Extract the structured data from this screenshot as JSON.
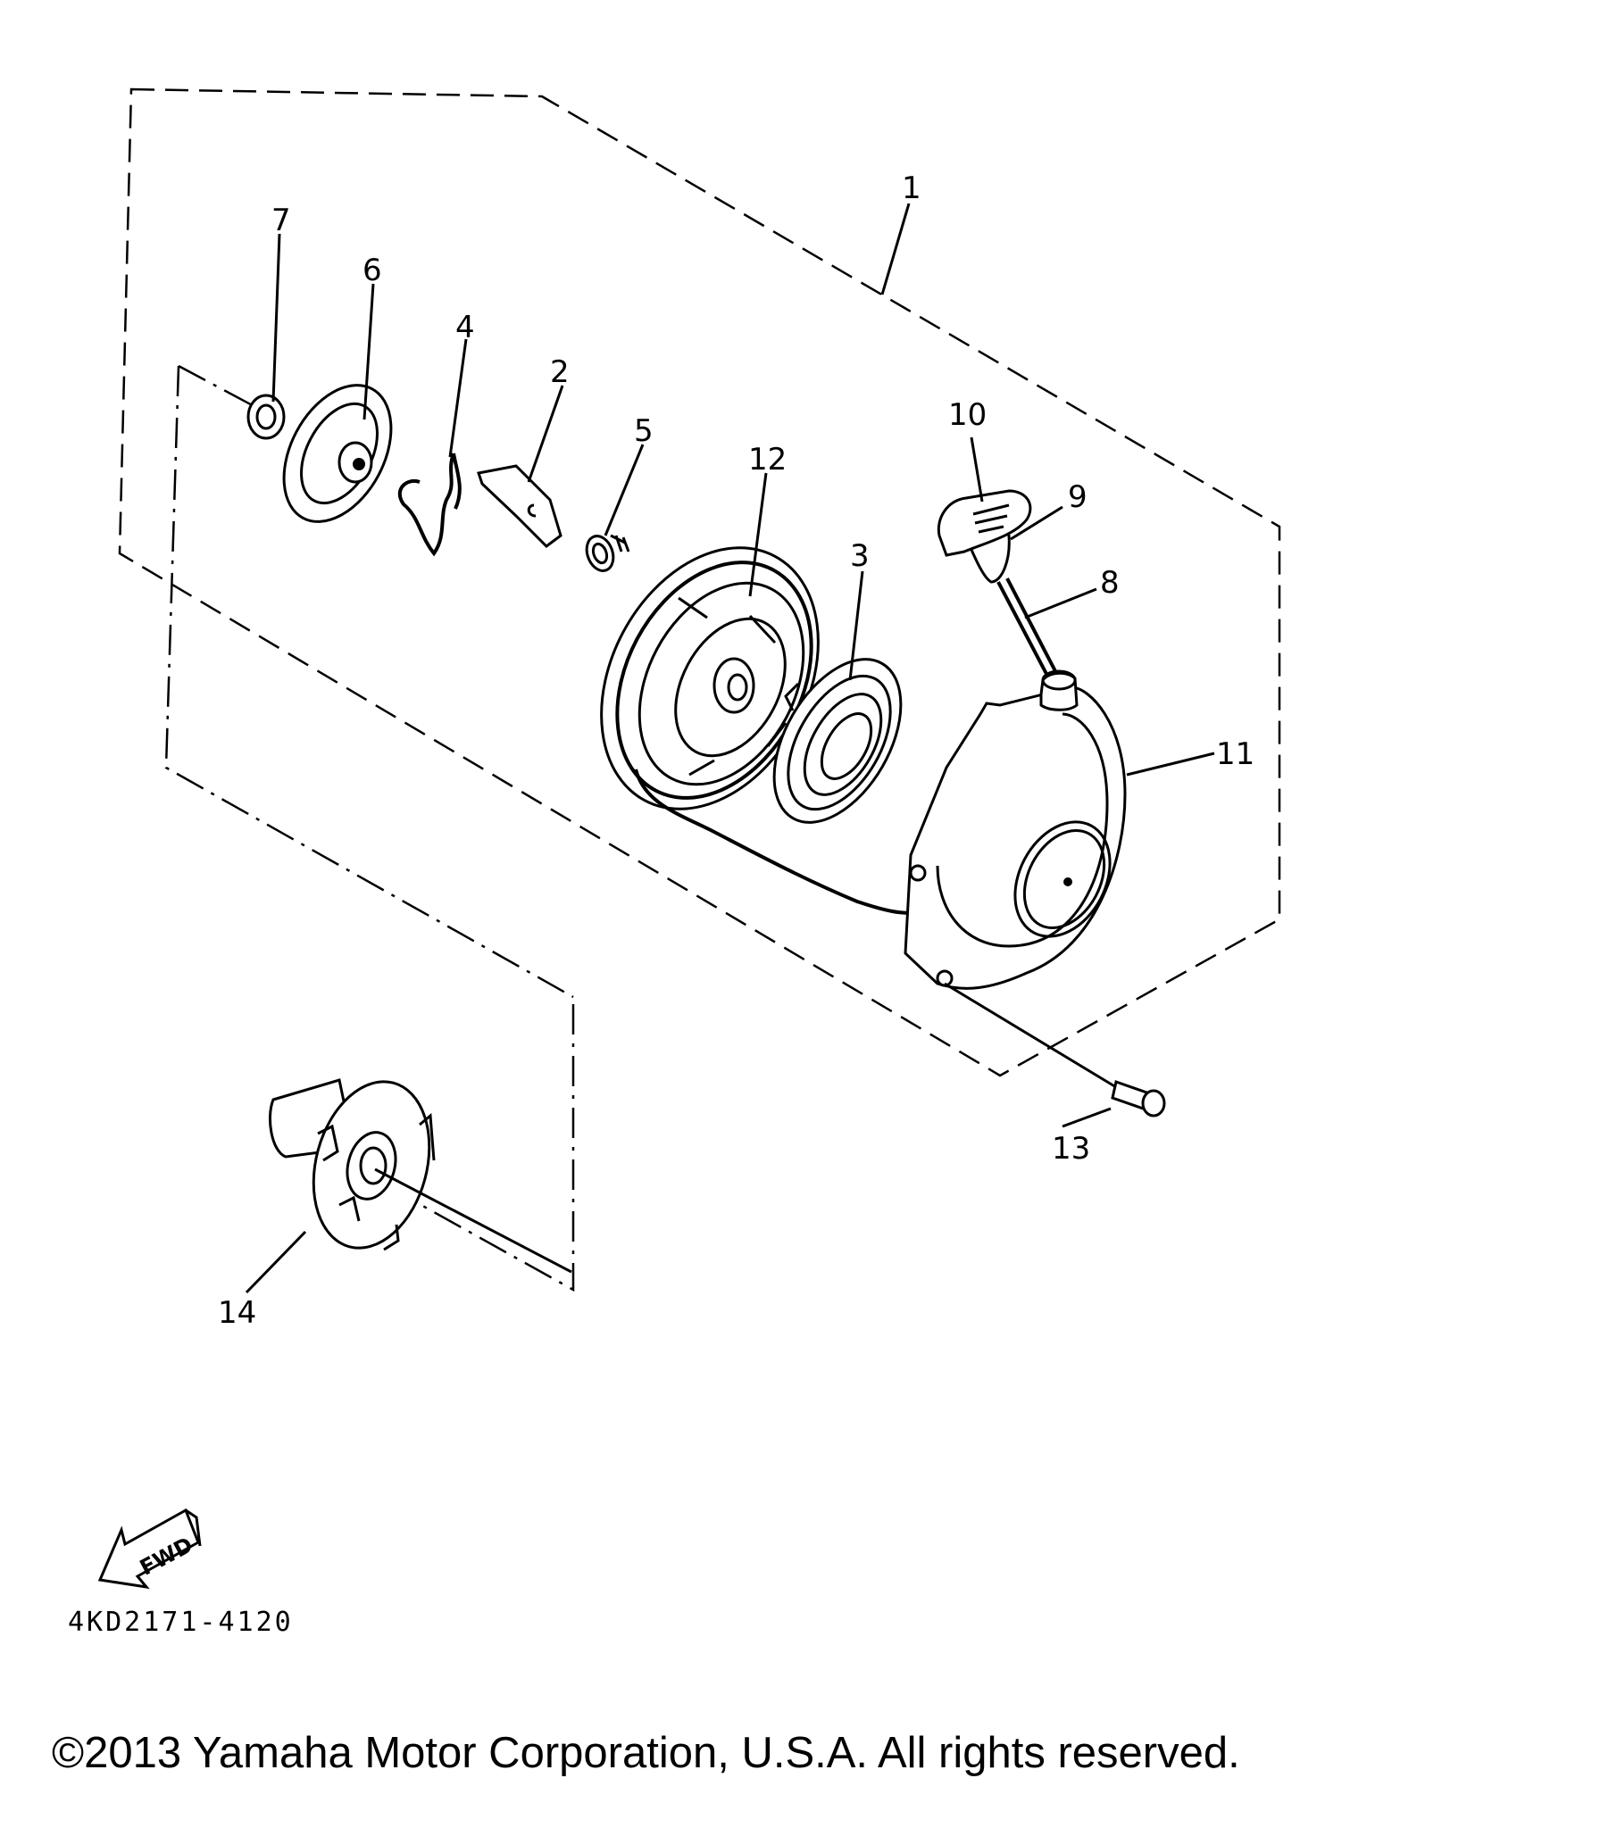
{
  "callouts": {
    "c1": "1",
    "c2": "2",
    "c3": "3",
    "c4": "4",
    "c5": "5",
    "c6": "6",
    "c7": "7",
    "c8": "8",
    "c9": "9",
    "c10": "10",
    "c11": "11",
    "c12": "12",
    "c13": "13",
    "c14": "14"
  },
  "fwd_label": "FWD",
  "diagram_code": "4KD2171-4120",
  "copyright": "©2013 Yamaha Motor Corporation, U.S.A. All rights reserved."
}
